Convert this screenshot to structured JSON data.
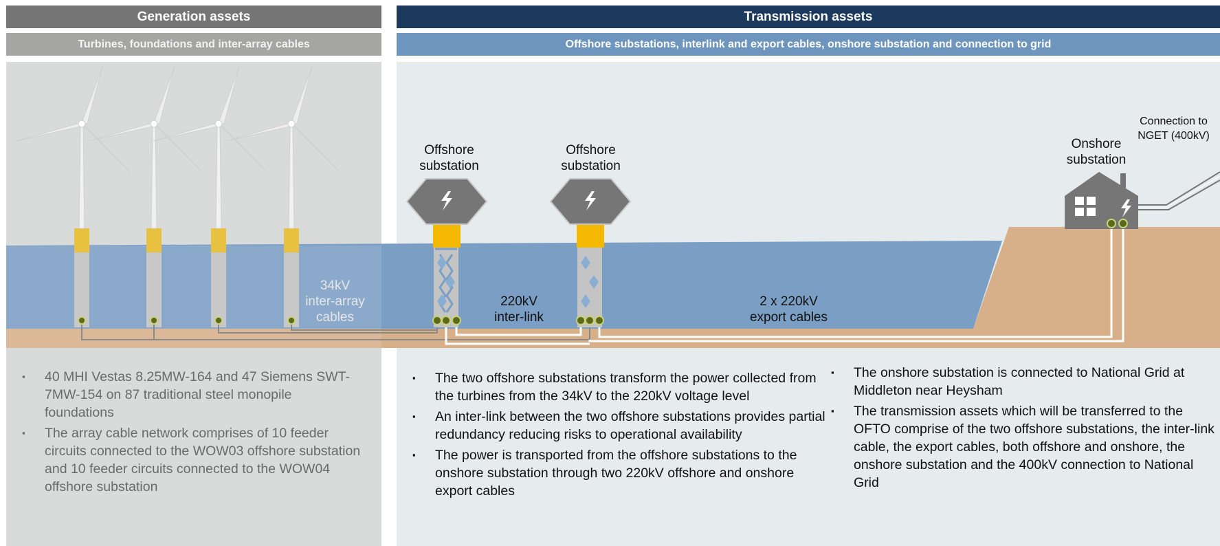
{
  "headers": {
    "generation_title": "Generation assets",
    "generation_subtitle": "Turbines, foundations and inter-array cables",
    "transmission_title": "Transmission assets",
    "transmission_subtitle": "Offshore substations, interlink and export cables, onshore substation and connection to grid"
  },
  "labels": {
    "offshore_substation_1": [
      "Offshore",
      "substation"
    ],
    "offshore_substation_2": [
      "Offshore",
      "substation"
    ],
    "onshore_substation": [
      "Onshore",
      "substation"
    ],
    "connection": [
      "Connection to",
      "NGET (400kV)"
    ],
    "inter_array": [
      "34kV",
      "inter-array",
      "cables"
    ],
    "inter_link": [
      "220kV",
      "inter-link"
    ],
    "export": [
      "2 x 220kV",
      "export cables"
    ]
  },
  "generation_bullets": [
    "40 MHI Vestas 8.25MW-164 and 47 Siemens SWT-7MW-154 on 87 traditional steel monopile foundations",
    "The array cable network comprises of 10 feeder circuits connected to the WOW03 offshore substation and 10 feeder circuits connected to the WOW04 offshore substation"
  ],
  "transmission_bullets_left": [
    "The two offshore substations transform the power collected from the turbines from the 34kV to the 220kV voltage level",
    "An inter-link between the two offshore substations provides partial redundancy reducing risks to operational availability",
    "The power is transported from the offshore substations to the onshore substation through two 220kV offshore and onshore export cables"
  ],
  "transmission_bullets_right": [
    "The onshore substation is connected to National Grid at Middleton near Heysham",
    "The transmission assets which will be transferred to the OFTO comprise of the two offshore substations, the inter-link cable, the export cables, both offshore and onshore, the onshore substation and the 400kV connection to National Grid"
  ],
  "colors": {
    "generation_header": "#757575",
    "transmission_header": "#1c3a5e",
    "sea": "#7b9fc4",
    "seabed": "#d7b08a",
    "transition_piece": "#f2b800",
    "cable_node": "#5a6a1a"
  },
  "icons": [
    "wind-turbine-icon",
    "substation-hexagon-icon",
    "lightning-icon",
    "house-substation-icon"
  ]
}
